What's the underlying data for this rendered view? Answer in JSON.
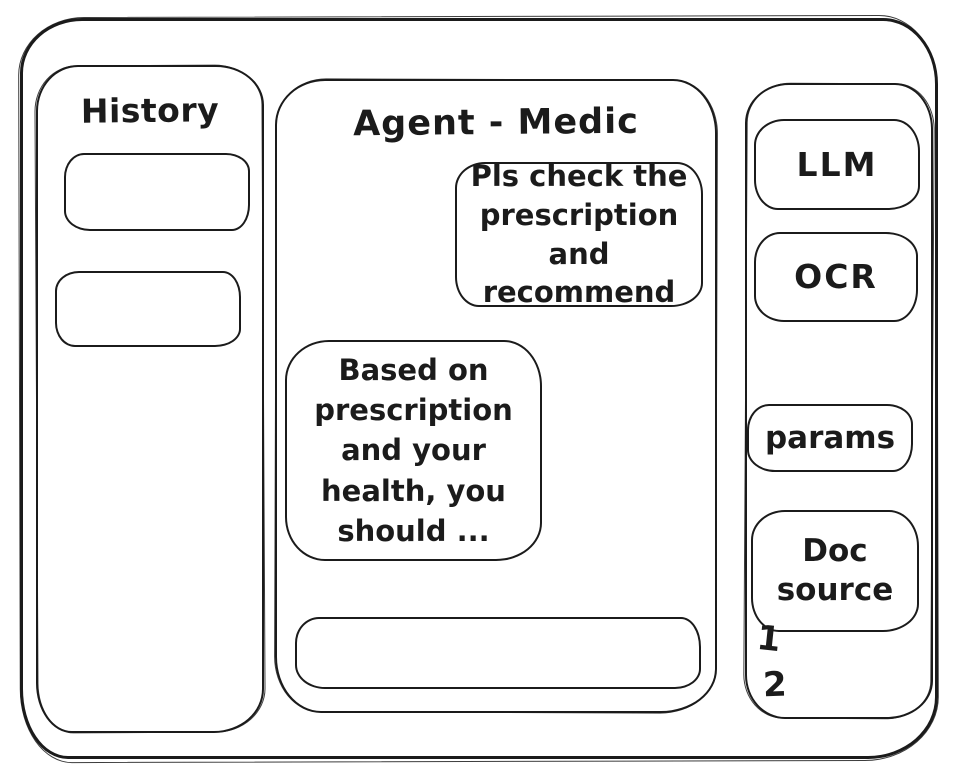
{
  "history_sidebar": {
    "title": "History",
    "items": [
      {
        "label": ""
      },
      {
        "label": ""
      }
    ]
  },
  "chat": {
    "title": "Agent - Medic",
    "messages": [
      {
        "role": "user",
        "text": "Pls check the\nprescription\nand recommend"
      },
      {
        "role": "agent",
        "text": "Based on\nprescription\nand your\nhealth, you\nshould ..."
      }
    ],
    "input": {
      "value": "",
      "placeholder": ""
    }
  },
  "tools_sidebar": {
    "buttons": [
      {
        "id": "llm",
        "label": "LLM"
      },
      {
        "id": "ocr",
        "label": "OCR"
      },
      {
        "id": "params",
        "label": "params"
      },
      {
        "id": "doc-source",
        "label": "Doc\nsource"
      }
    ],
    "doc_items": [
      "1",
      "2"
    ]
  },
  "colors": {
    "ink": "#1b1b1b",
    "background": "#ffffff"
  }
}
